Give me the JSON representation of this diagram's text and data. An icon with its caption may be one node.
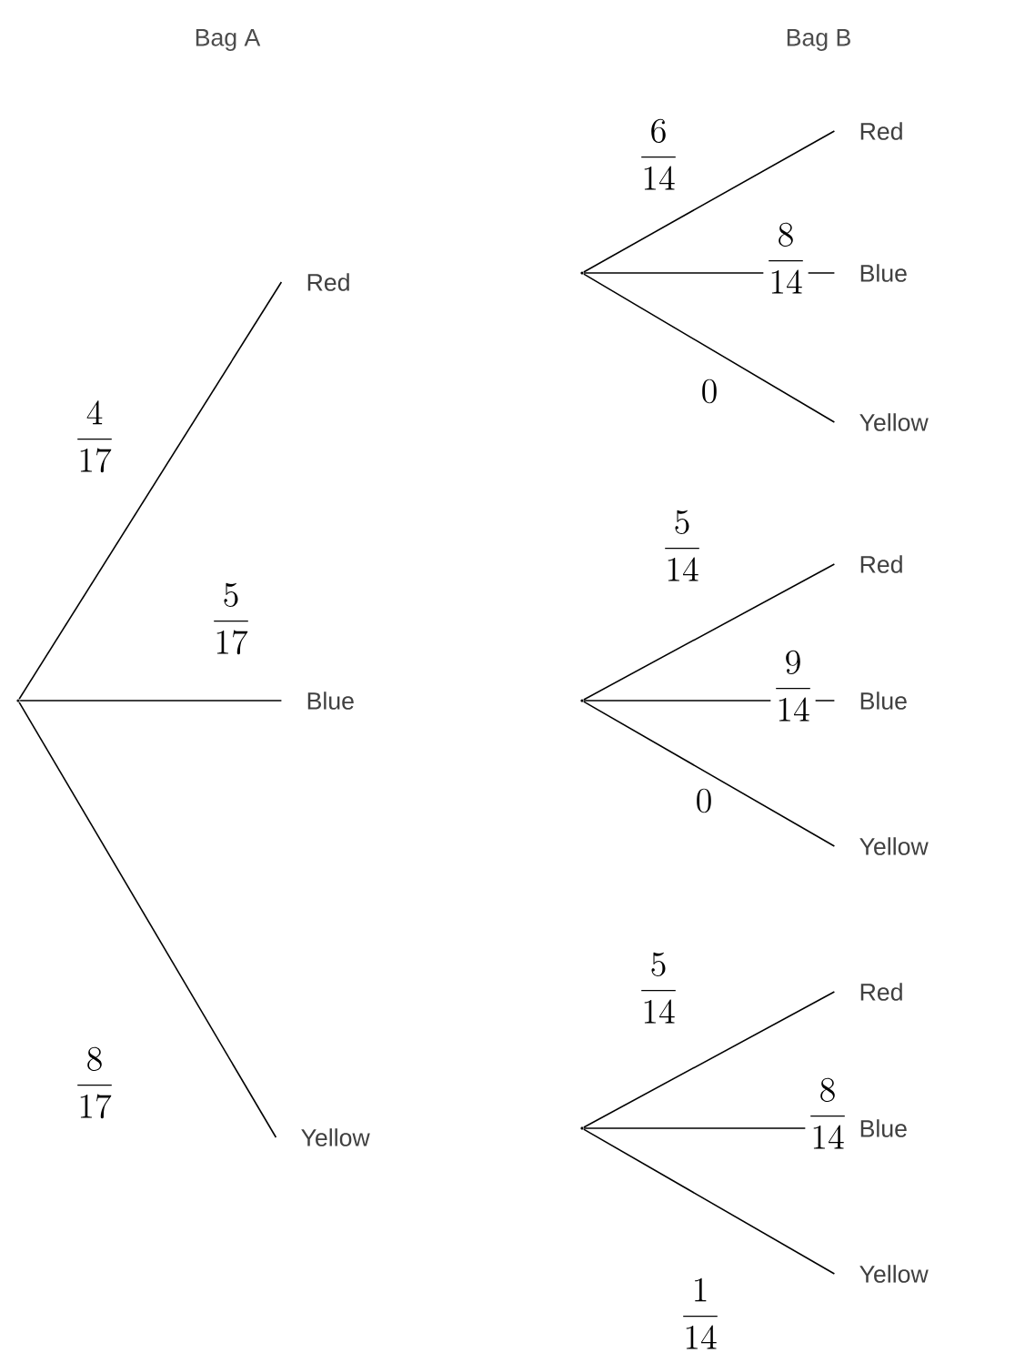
{
  "diagram": {
    "nodes": [
      {
        "text": [],
        "shape": "point"
      },
      {
        "text": [
          "Red"
        ]
      },
      {
        "text": [
          "Blue"
        ]
      },
      {
        "text": [
          "Yellow"
        ]
      },
      {
        "text": [],
        "shape": "point"
      },
      {
        "text": [
          "Red"
        ]
      },
      {
        "text": [
          "Blue"
        ]
      },
      {
        "text": [
          "Yellow"
        ]
      },
      {
        "text": [],
        "shape": "point"
      },
      {
        "text": [
          "Red"
        ]
      },
      {
        "text": [
          "Blue"
        ]
      },
      {
        "text": [
          "Yellow"
        ]
      },
      {
        "text": [],
        "shape": "point"
      },
      {
        "text": [
          "Red"
        ]
      },
      {
        "text": [
          "Blue"
        ]
      },
      {
        "text": [
          "Yellow"
        ]
      }
    ],
    "edges": [
      {
        "from": 0,
        "to": 1,
        "arrow": "none",
        "label": "\\frac{4}{17}"
      },
      {
        "from": 0,
        "to": 2,
        "arrow": "none",
        "label": "\\frac{5}{17}"
      },
      {
        "from": 0,
        "to": 3,
        "arrow": "none",
        "label": "\\frac{8}{17}"
      },
      {
        "from": 4,
        "to": 5,
        "arrow": "none",
        "label": "\\frac{6}{14}"
      },
      {
        "from": 4,
        "to": 6,
        "arrow": "none",
        "label": "\\frac{8}{14}"
      },
      {
        "from": 4,
        "to": 7,
        "arrow": "none",
        "label": "0"
      },
      {
        "from": 8,
        "to": 9,
        "arrow": "none",
        "label": "\\frac{5}{14}"
      },
      {
        "from": 8,
        "to": 10,
        "arrow": "none",
        "label": "\\frac{9}{14}"
      },
      {
        "from": 8,
        "to": 11,
        "arrow": "none",
        "label": "0"
      },
      {
        "from": 12,
        "to": 13,
        "arrow": "none",
        "label": "\\frac{5}{14}"
      },
      {
        "from": 12,
        "to": 14,
        "arrow": "none",
        "label": "\\frac{8}{14}"
      },
      {
        "from": 12,
        "to": 15,
        "arrow": "none",
        "label": "\\frac{1}{14}"
      }
    ],
    "labels": [
      "Bag A",
      "Bag B"
    ]
  }
}
